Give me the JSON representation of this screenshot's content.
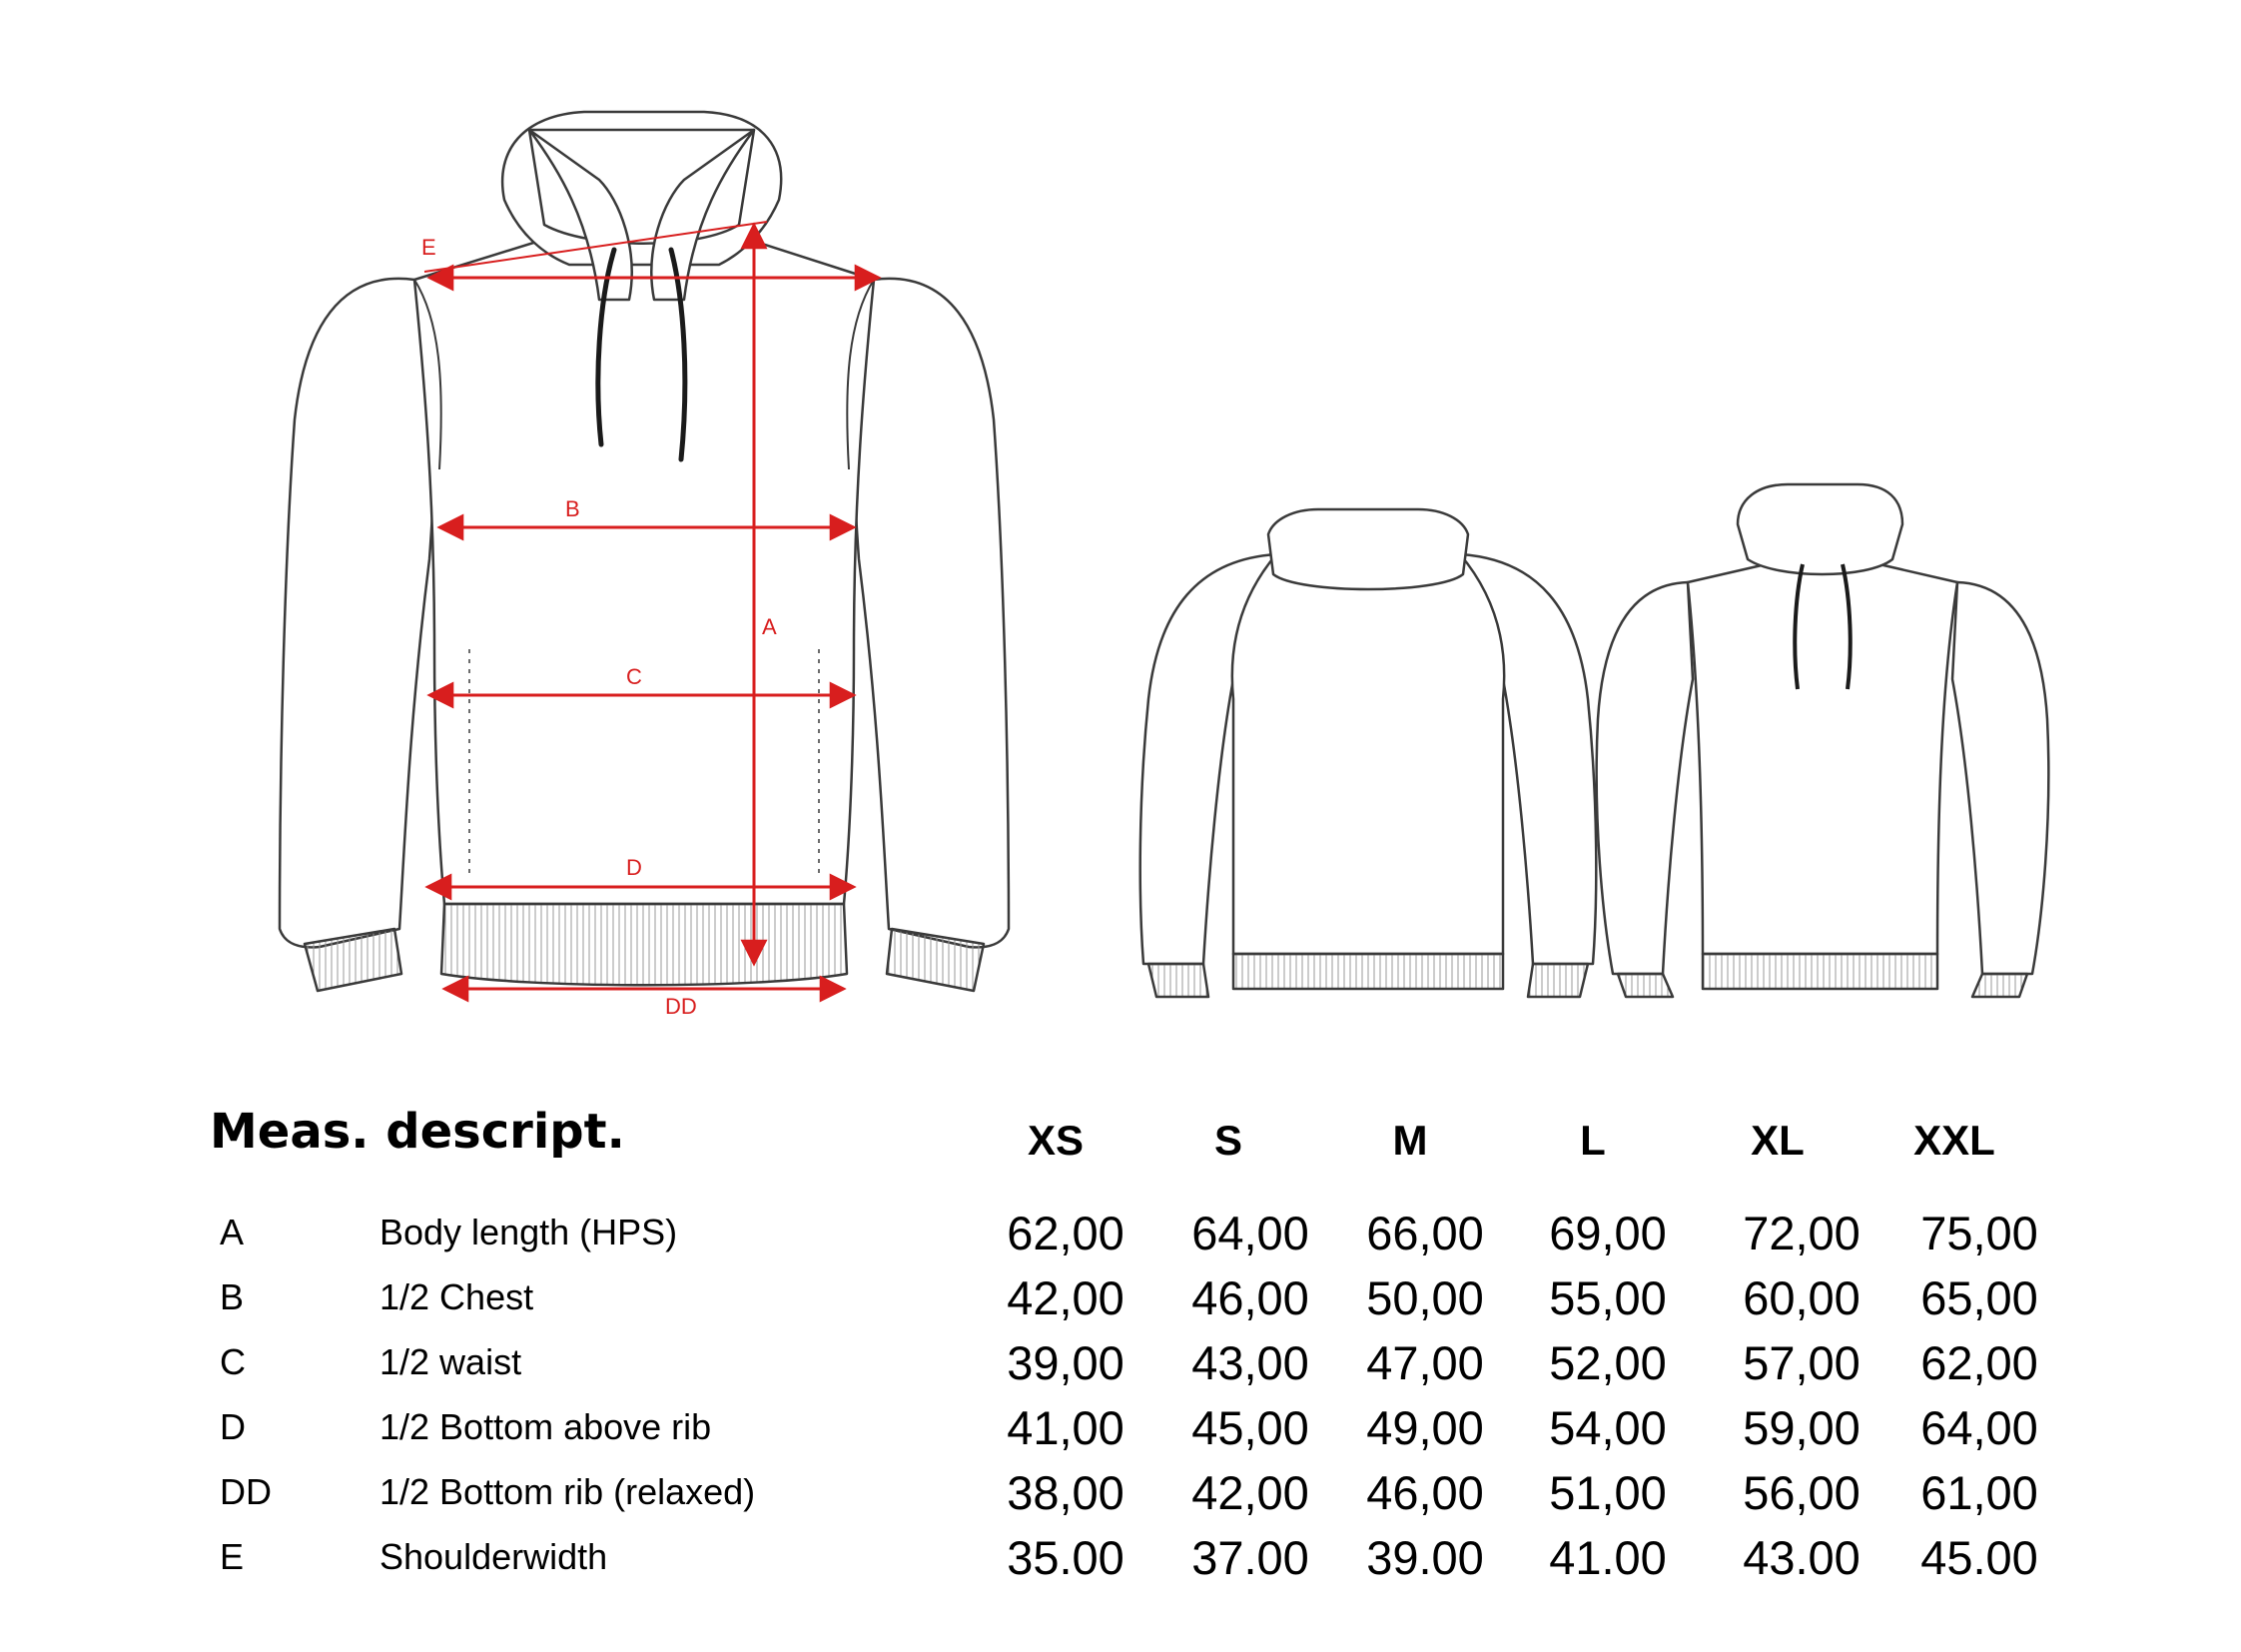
{
  "diagram": {
    "front_labels": [
      "E",
      "B",
      "A",
      "C",
      "D",
      "DD"
    ]
  },
  "table": {
    "title": "Meas. descript.",
    "sizes": [
      "XS",
      "S",
      "M",
      "L",
      "XL",
      "XXL"
    ],
    "rows": [
      {
        "code": "A",
        "desc": "Body length (HPS)",
        "values": [
          "62,00",
          "64,00",
          "66,00",
          "69,00",
          "72,00",
          "75,00"
        ]
      },
      {
        "code": "B",
        "desc": "1/2 Chest",
        "values": [
          "42,00",
          "46,00",
          "50,00",
          "55,00",
          "60,00",
          "65,00"
        ]
      },
      {
        "code": "C",
        "desc": "1/2 waist",
        "values": [
          "39,00",
          "43,00",
          "47,00",
          "52,00",
          "57,00",
          "62,00"
        ]
      },
      {
        "code": "D",
        "desc": "1/2 Bottom above rib",
        "values": [
          "41,00",
          "45,00",
          "49,00",
          "54,00",
          "59,00",
          "64,00"
        ]
      },
      {
        "code": "DD",
        "desc": "1/2 Bottom rib (relaxed)",
        "values": [
          "38,00",
          "42,00",
          "46,00",
          "51,00",
          "56,00",
          "61,00"
        ]
      },
      {
        "code": "E",
        "desc": "Shoulderwidth",
        "values": [
          "35.00",
          "37.00",
          "39.00",
          "41.00",
          "43.00",
          "45.00"
        ]
      }
    ]
  },
  "colors": {
    "dimension": "#d81e1e",
    "outline": "#3a3a3a"
  }
}
